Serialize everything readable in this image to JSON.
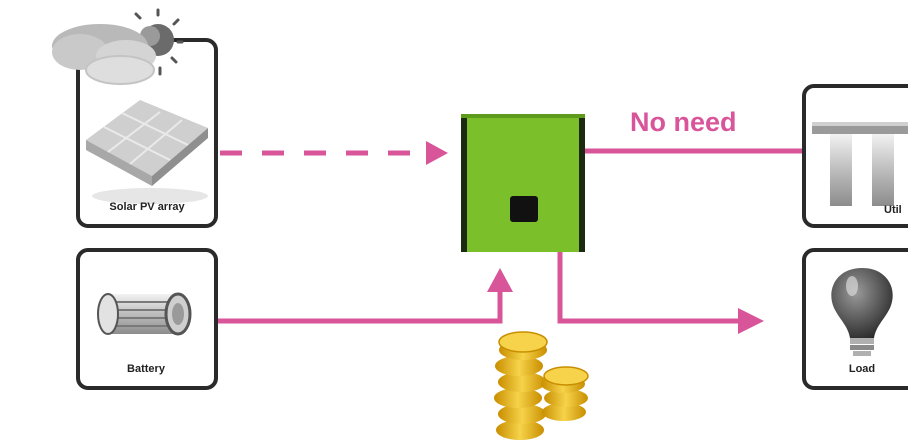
{
  "labels": {
    "solar": "Solar PV array",
    "battery": "Battery",
    "utility": "Util",
    "load": "Load",
    "no_need": "No need"
  },
  "colors": {
    "flow": "#d9559a",
    "inverter_body": "#7bbf2a",
    "inverter_edge": "#1b2a10",
    "coin": "#e8b820",
    "box_border": "#2a2a2a"
  },
  "flows": [
    {
      "from": "solar-pv-array",
      "to": "inverter",
      "style": "dashed"
    },
    {
      "from": "inverter",
      "to": "utility-grid",
      "style": "solid",
      "label_key": "no_need"
    },
    {
      "from": "battery",
      "to": "inverter",
      "style": "solid"
    },
    {
      "from": "inverter",
      "to": "load",
      "style": "solid"
    }
  ],
  "icons": [
    "cloud-sun-icon",
    "solar-panel-icon",
    "battery-icon",
    "inverter-icon",
    "coins-icon",
    "utility-tower-icon",
    "light-bulb-icon"
  ]
}
